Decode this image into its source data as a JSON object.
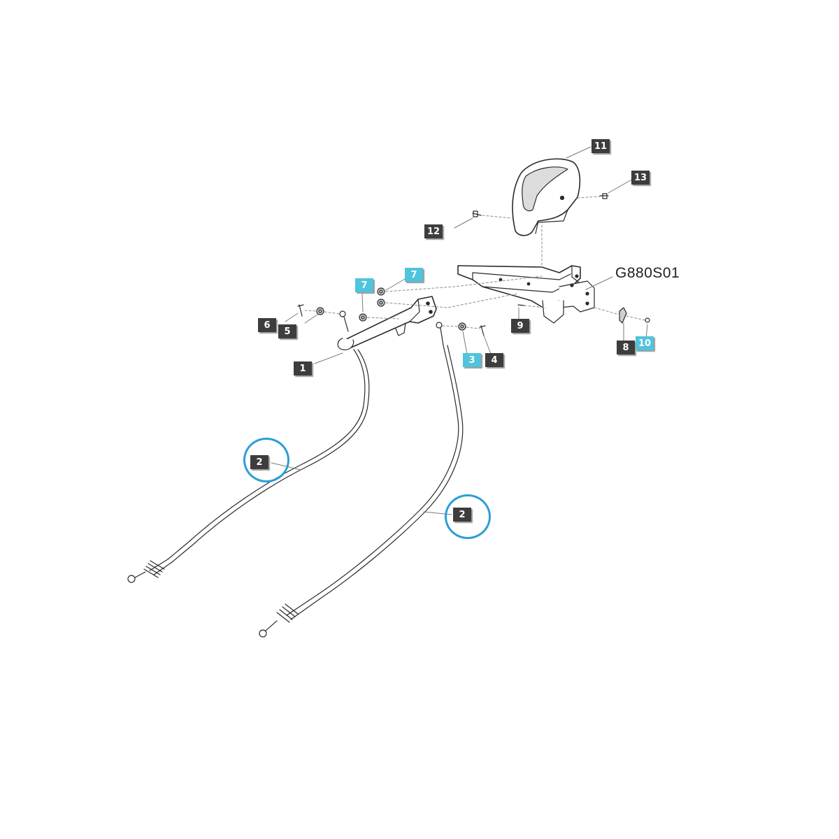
{
  "diagram_code": "G880S01",
  "colors": {
    "callout_dark": "#3d3d3d",
    "callout_highlight": "#4fc4dc",
    "highlight_ring": "#2b9fd6",
    "line_art": "#2a2a2a"
  },
  "callouts": {
    "p1": "1",
    "p2a": "2",
    "p2b": "2",
    "p3": "3",
    "p4": "4",
    "p5": "5",
    "p6": "6",
    "p7a": "7",
    "p7b": "7",
    "p8": "8",
    "p9": "9",
    "p10": "10",
    "p11": "11",
    "p12": "12",
    "p13": "13"
  }
}
